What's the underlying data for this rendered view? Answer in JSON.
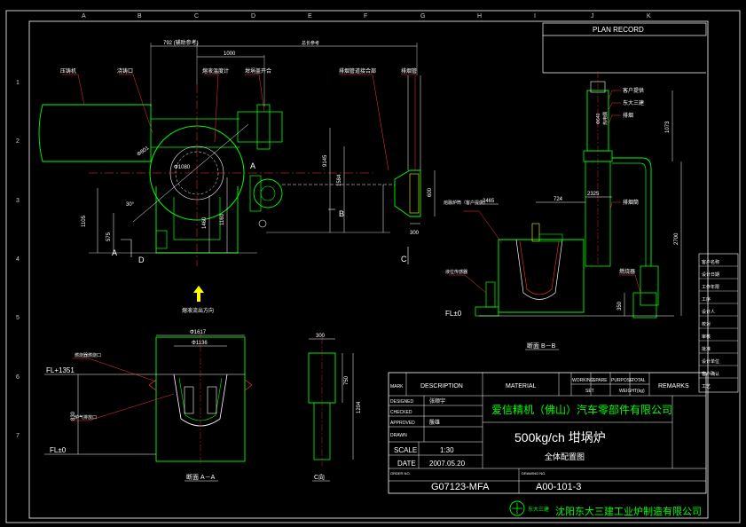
{
  "frame": {
    "col_letters": [
      "A",
      "B",
      "C",
      "D",
      "E",
      "F",
      "G",
      "H",
      "I",
      "J",
      "K"
    ],
    "row_numbers": [
      "1",
      "2",
      "3",
      "4",
      "5",
      "6",
      "7"
    ]
  },
  "plan_record": "PLAN RECORD",
  "top_dims": {
    "d792": "792 (辅助参考)",
    "d1000": "1000",
    "d_overall": "总长参考"
  },
  "left_labels": {
    "l1": "压铸机",
    "l2": "浇铸口",
    "l3": "熔液温度计",
    "l4": "坩埚盖开合",
    "l5": "排烟管道接合部",
    "l6": "排烟管"
  },
  "left_dims": {
    "d1105": "1105",
    "d575": "575",
    "d1460": "1460",
    "d1160": "1160",
    "d1584": "1584",
    "d9145": "9145",
    "d600": "600",
    "d300": "300",
    "d_phi": "Φ801",
    "d30": "30°",
    "d1080": "Φ1080"
  },
  "section_marks": {
    "A": "A",
    "B": "B",
    "C": "C",
    "D": "D",
    "arrow_note": "熔液流出方向"
  },
  "right_labels": {
    "r1": "客户提供",
    "r2": "东大三建",
    "r3": "排烟",
    "r4": "热电偶",
    "r5": "排烟筒",
    "r6": "熔融炉筒（客户提供）",
    "r7": "液位传感器",
    "r8": "燃烧器",
    "r9": "FL±0",
    "r10": "断面 B－B"
  },
  "right_dims": {
    "d724": "724",
    "d2325": "2325",
    "d2465": "2465",
    "d1073": "1073",
    "d2700": "2700",
    "d350": "350",
    "d640": "Φ640"
  },
  "section_aa": {
    "phi1617": "Φ1617",
    "phi1136": "Φ1136",
    "fl1351": "FL+1351",
    "fl0": "FL±0",
    "d830": "830",
    "lbl1": "燃烧器燃烧口",
    "lbl2": "炉气排放口",
    "title": "断面 A－A"
  },
  "section_c": {
    "d300": "300",
    "d750": "750",
    "d1204": "1204",
    "title": "C向"
  },
  "rev_table": {
    "rows": [
      "客户名称",
      "设计日期",
      "工作年限",
      "工序",
      "设计人",
      "校对",
      "审核",
      "批准",
      "设计单位",
      "客户确认",
      "工艺"
    ]
  },
  "title_block": {
    "mark": "MARK",
    "description": "DESCRIPTION",
    "material": "MATERIAL",
    "working": "WORKING",
    "spare": "SPARE",
    "purpose": "PURPOSE",
    "total": "TOTAL",
    "remarks": "REMARKS",
    "set": "SET",
    "weight": "WEIGHT(kg)",
    "checked_rows": [
      "DESIGNED",
      "CHECKED",
      "APPROVED",
      "DRAWN"
    ],
    "designer": "张顺宇",
    "checker": "殷雄",
    "company": "爱信精机（佛山）汽车零部件有限公司",
    "product": "500kg/ch 坩埚炉",
    "drawing_title": "全体配置图",
    "scale_label": "SCALE",
    "scale_value": "1:30",
    "date_label": "DATE",
    "date_value": "2007.05.20",
    "order_no_label": "ORDER NO.",
    "order_no": "G07123-MFA",
    "drawing_no_label": "DRAWING NO.",
    "drawing_no": "A00-101-3",
    "maker_logo_text": "东大三建",
    "maker": "沈阳东大三建工业炉制造有限公司"
  }
}
